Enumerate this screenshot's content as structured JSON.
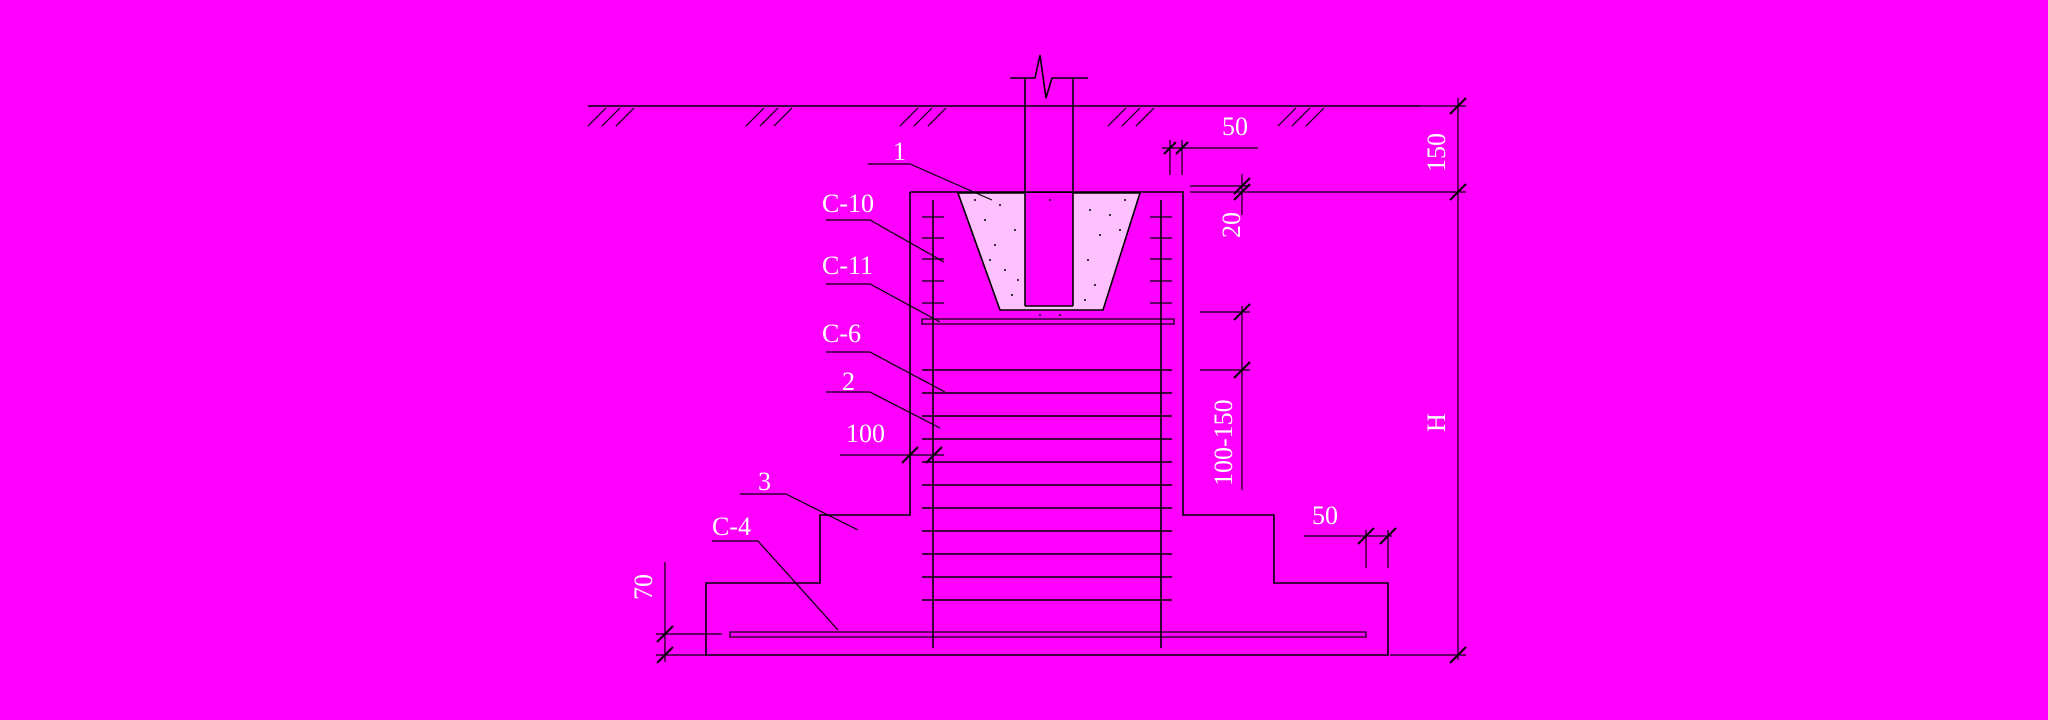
{
  "diagram": {
    "background": "#ff00ff",
    "labels": {
      "callout_1": "1",
      "callout_c10": "C-10",
      "callout_c11": "C-11",
      "callout_c6": "C-6",
      "callout_2": "2",
      "callout_3": "3",
      "callout_c4": "C-4"
    },
    "dimensions": {
      "top_50": "50",
      "right_150": "150",
      "right_20": "20",
      "right_100_150": "100-150",
      "right_H": "H",
      "left_100": "100",
      "bottom_right_50": "50",
      "bottom_left_70": "70"
    }
  }
}
